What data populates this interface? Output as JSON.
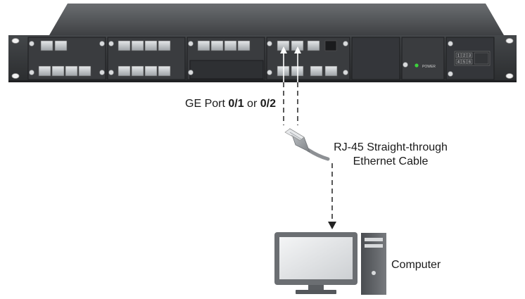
{
  "ge_port_label": {
    "prefix": "GE Port ",
    "port_a": "0/1",
    "joiner": " or ",
    "port_b": "0/2"
  },
  "cable_label": {
    "line1": "RJ-45 Straight-through",
    "line2": "Ethernet Cable"
  },
  "computer_label": "Computer",
  "device_panel": {
    "power_label": "POWER",
    "keypad": [
      "1",
      "2",
      "3",
      "4",
      "5",
      "6"
    ]
  },
  "colors": {
    "chassis": "#3c3e40",
    "chassis_top": "#5b5d60",
    "port_metal": "#cfd3d6",
    "power_led": "#3cd23c",
    "monitor_frame": "#6b6e72",
    "monitor_screen": "#e4e6e8",
    "tower": "#5f6266"
  }
}
